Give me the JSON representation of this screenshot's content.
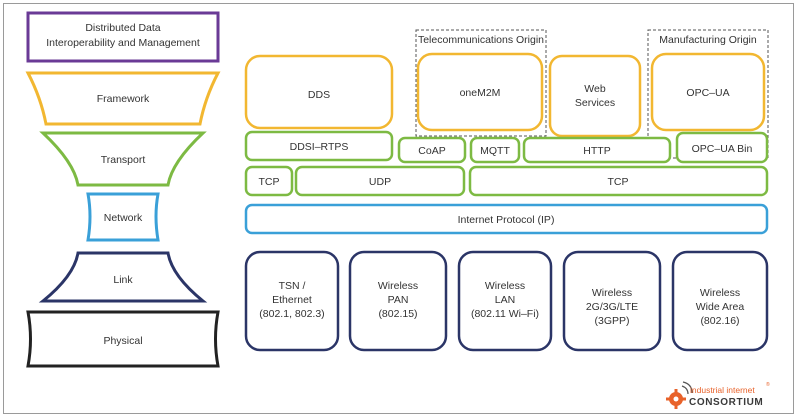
{
  "colors": {
    "purple": "#6a3a96",
    "yellow": "#f2b731",
    "green": "#7dba43",
    "blue": "#3aa0d8",
    "navy": "#2b3567",
    "black": "#222222",
    "iic_orange": "#e8622a"
  },
  "layers": {
    "data_mgmt": [
      "Distributed Data",
      "Interoperability and Management"
    ],
    "framework": "Framework",
    "transport": "Transport",
    "network": "Network",
    "link": "Link",
    "physical": "Physical"
  },
  "framework_boxes": {
    "dds": "DDS",
    "onem2m": "oneM2M",
    "web_services": [
      "Web",
      "Services"
    ],
    "opcua": "OPC–UA"
  },
  "origins": {
    "telecom": "Telecommunications Origin",
    "manufacturing": "Manufacturing Origin"
  },
  "transport_boxes": {
    "ddsi_rtps": "DDSI–RTPS",
    "coap": "CoAP",
    "mqtt": "MQTT",
    "http": "HTTP",
    "opcua_bin": "OPC–UA Bin",
    "tcp_left": "TCP",
    "udp": "UDP",
    "tcp_right": "TCP"
  },
  "network_box": "Internet Protocol (IP)",
  "link_boxes": [
    [
      "TSN /",
      "Ethernet",
      "(802.1, 802.3)"
    ],
    [
      "Wireless",
      "PAN",
      "(802.15)"
    ],
    [
      "Wireless",
      "LAN",
      "(802.11 Wi–Fi)"
    ],
    [
      "Wireless",
      "2G/3G/LTE",
      "(3GPP)"
    ],
    [
      "Wireless",
      "Wide Area",
      "(802.16)"
    ]
  ],
  "logo": {
    "line1": "industrial internet",
    "line2": "CONSORTIUM",
    "mark": "®"
  }
}
